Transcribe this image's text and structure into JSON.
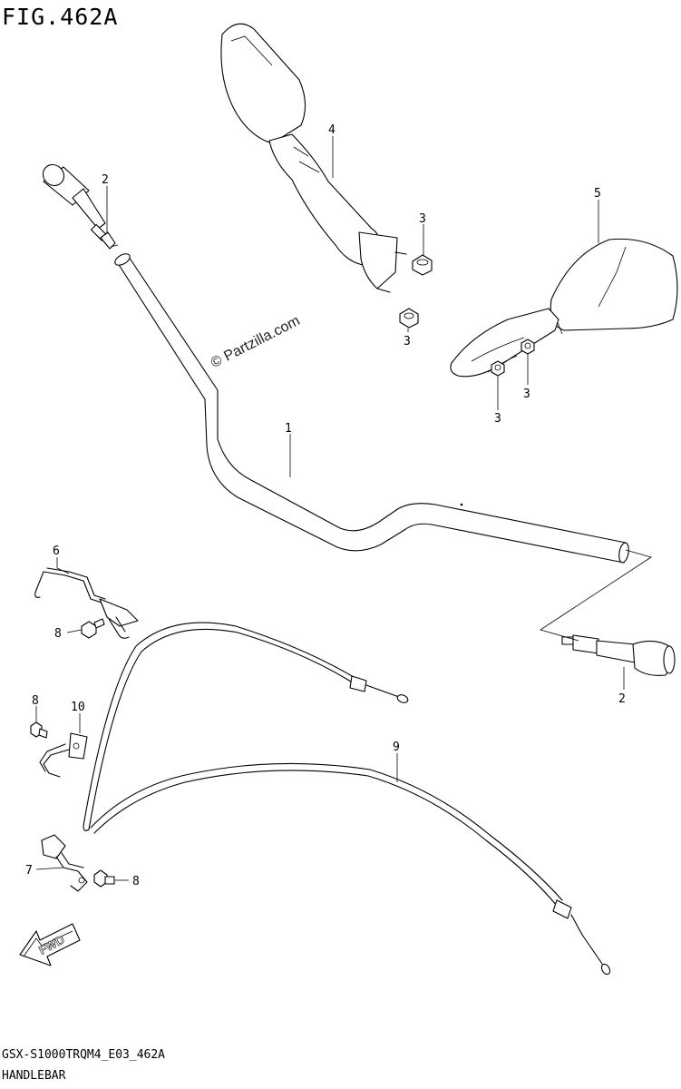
{
  "figure": {
    "title": "FIG.462A",
    "model_code": "GSX-S1000TRQM4_E03_462A",
    "section_name": "HANDLEBAR",
    "watermark": "© Partzilla.com"
  },
  "callouts": {
    "handlebar": "1",
    "balancer_left": "2",
    "balancer_right": "2",
    "nut_a": "3",
    "nut_b": "3",
    "nut_c": "3",
    "nut_d": "3",
    "mirror_right": "4",
    "mirror_left": "5",
    "clamp_6": "6",
    "clamp_7": "7",
    "bolt_a": "8",
    "bolt_b": "8",
    "bolt_c": "8",
    "throttle_cable": "9",
    "clamp_10": "10"
  },
  "fwd_arrow": {
    "label": "FWD"
  }
}
